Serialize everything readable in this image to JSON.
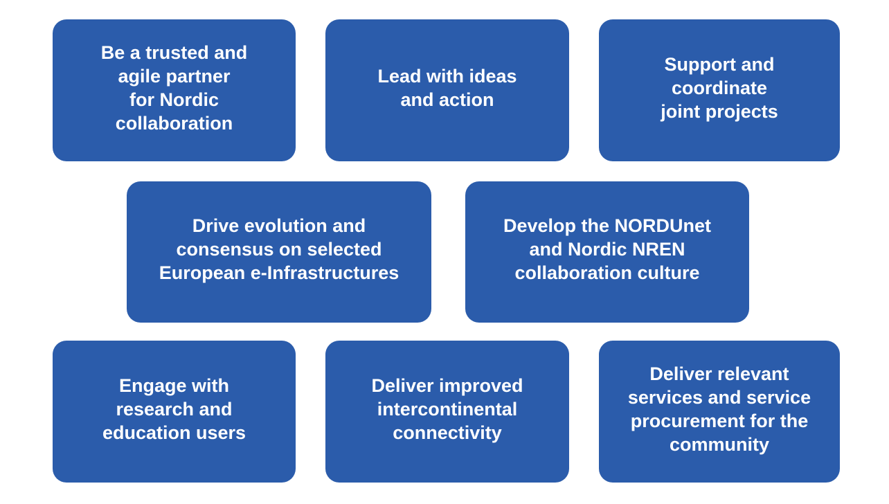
{
  "colors": {
    "box_fill": "#2b5cab",
    "box_text": "#ffffff",
    "page_background": "#ffffff"
  },
  "boxes": [
    {
      "text": "Be a trusted and\nagile partner\nfor Nordic\ncollaboration"
    },
    {
      "text": "Lead with ideas\nand action"
    },
    {
      "text": "Support and\ncoordinate\njoint projects"
    },
    {
      "text": "Drive evolution and\nconsensus on selected\nEuropean e-Infrastructures"
    },
    {
      "text": "Develop the NORDUnet\nand Nordic NREN\ncollaboration culture"
    },
    {
      "text": "Engage with\nresearch and\neducation users"
    },
    {
      "text": "Deliver improved\nintercontinental\nconnectivity"
    },
    {
      "text": "Deliver relevant\nservices and service\nprocurement for the\ncommunity"
    }
  ]
}
